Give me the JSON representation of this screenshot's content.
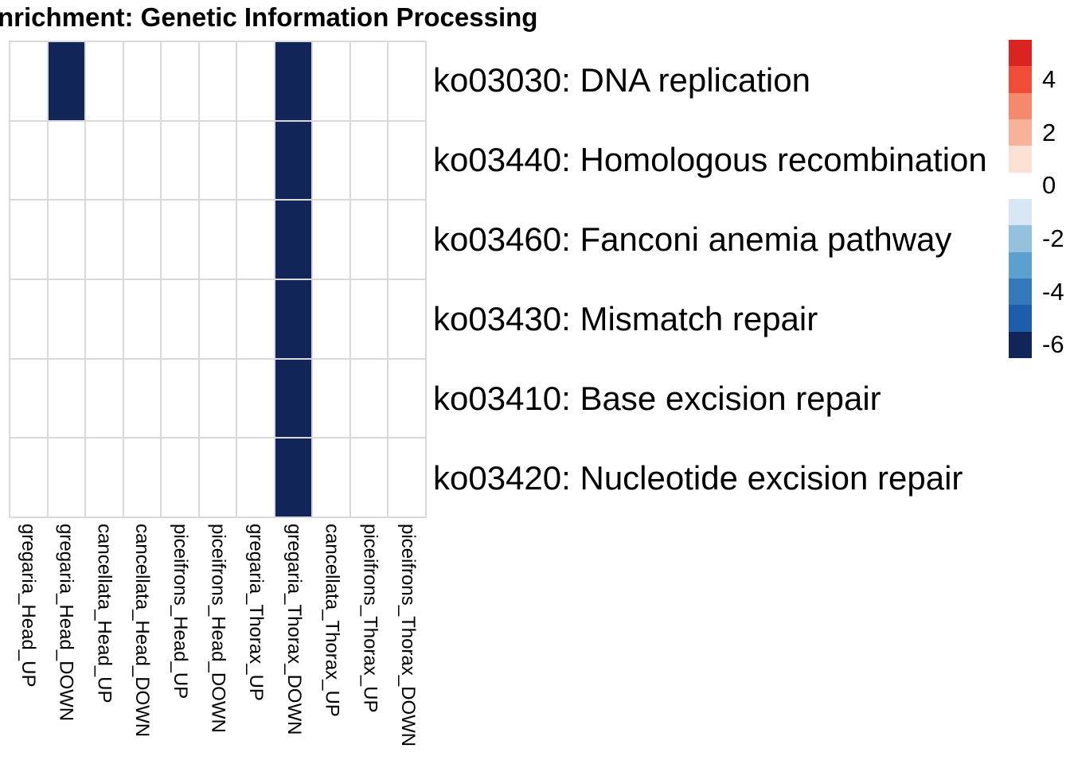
{
  "title": {
    "visible_text": "nrichment: Genetic Information Processing"
  },
  "colors": {
    "background": "#ffffff",
    "grid": "#d9d9d9",
    "active_cell": "#112559",
    "text": "#000000"
  },
  "chart_data": {
    "type": "heatmap",
    "title": "nrichment: Genetic Information Processing",
    "columns": [
      "gregaria_Head_UP",
      "gregaria_Head_DOWN",
      "cancellata_Head_UP",
      "cancellata_Head_DOWN",
      "piceifrons_Head_UP",
      "piceifrons_Head_DOWN",
      "gregaria_Thorax_UP",
      "gregaria_Thorax_DOWN",
      "cancellata_Thorax_UP",
      "piceifrons_Thorax_UP",
      "piceifrons_Thorax_DOWN"
    ],
    "rows": [
      "ko03030: DNA replication",
      "ko03440: Homologous recombination",
      "ko03460: Fanconi anemia pathway",
      "ko03430: Mismatch repair",
      "ko03410: Base excision repair",
      "ko03420: Nucleotide excision repair"
    ],
    "values": [
      [
        0,
        -6,
        0,
        0,
        0,
        0,
        0,
        -6,
        0,
        0,
        0
      ],
      [
        0,
        0,
        0,
        0,
        0,
        0,
        0,
        -6,
        0,
        0,
        0
      ],
      [
        0,
        0,
        0,
        0,
        0,
        0,
        0,
        -6,
        0,
        0,
        0
      ],
      [
        0,
        0,
        0,
        0,
        0,
        0,
        0,
        -6,
        0,
        0,
        0
      ],
      [
        0,
        0,
        0,
        0,
        0,
        0,
        0,
        -6,
        0,
        0,
        0
      ],
      [
        0,
        0,
        0,
        0,
        0,
        0,
        0,
        -6,
        0,
        0,
        0
      ]
    ],
    "grid": true,
    "legend_position": "right",
    "colorbar": {
      "tick_labels": [
        "4",
        "2",
        "0",
        "-2",
        "-4",
        "-6"
      ],
      "range_top_to_bottom": [
        5.5,
        -6.5
      ],
      "segment_colors": [
        "#db2422",
        "#ef4d38",
        "#f5896e",
        "#f8b29a",
        "#fce0d3",
        "#ffffff",
        "#d8e7f4",
        "#93c1de",
        "#5ba0ce",
        "#3579b8",
        "#1e5dab",
        "#112559"
      ]
    }
  }
}
